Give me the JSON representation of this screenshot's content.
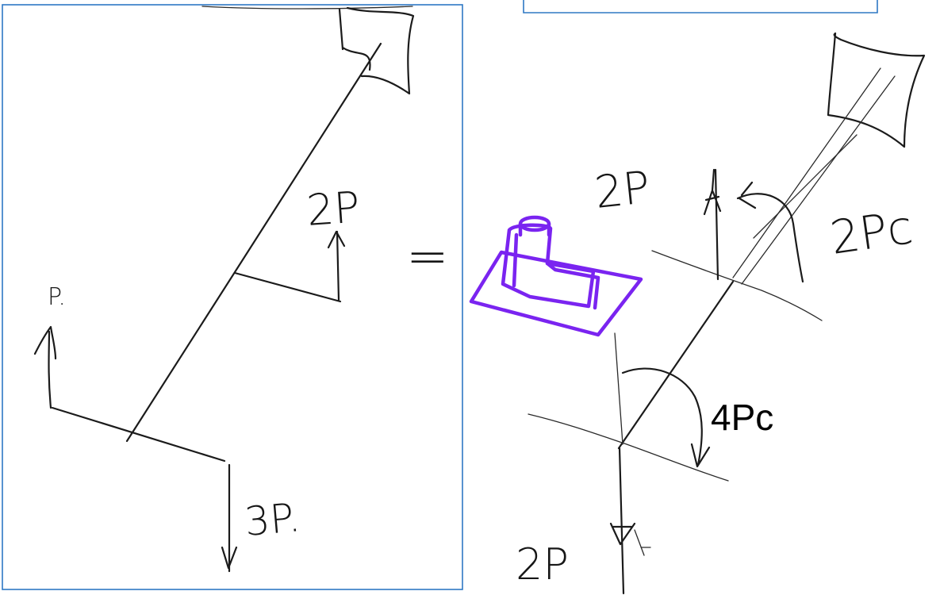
{
  "left_panel": {
    "labels": {
      "force_top": "2P",
      "force_left": "P.",
      "force_bottom": "3P."
    }
  },
  "equals_sign": "=",
  "right_panel": {
    "labels": {
      "force_up": "2P",
      "moment_upper": "2Pc",
      "moment_lower": "4Pc",
      "force_down": "2P"
    }
  },
  "colors": {
    "frame": "#2e78c4",
    "sketch": "#1b1b1b",
    "widget": "#7a24f0"
  },
  "icons": {
    "widget": "3d-shape-icon"
  }
}
